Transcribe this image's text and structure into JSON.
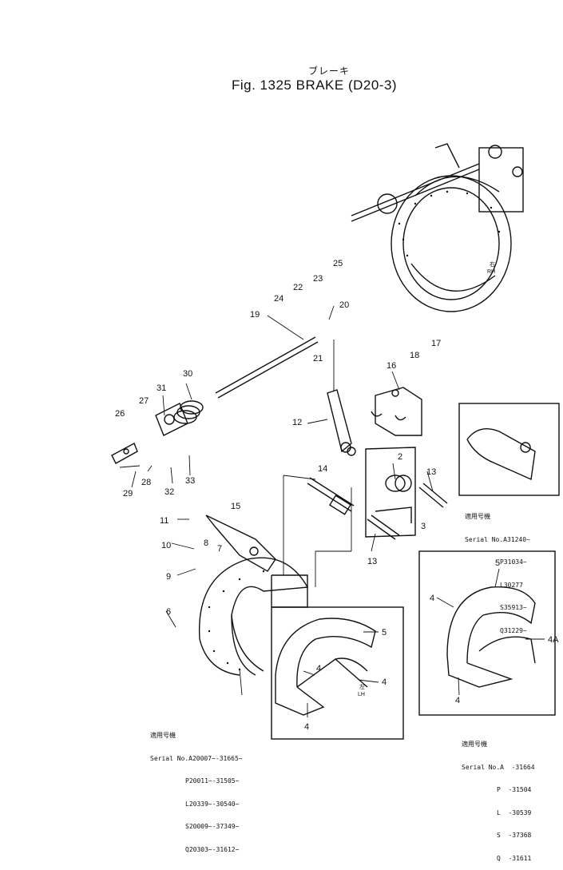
{
  "title_japanese": "ブレーキ",
  "title": "Fig. 1325  BRAKE (D20-3)",
  "callouts": [
    "25",
    "22",
    "23",
    "24",
    "20",
    "19",
    "21",
    "17",
    "18",
    "16",
    "31",
    "30",
    "27",
    "26",
    "12",
    "28",
    "29",
    "32",
    "33",
    "14",
    "2",
    "13",
    "3",
    "15",
    "11",
    "10",
    "8",
    "7",
    "9",
    "13",
    "6",
    "5",
    "4",
    "4",
    "4",
    "5",
    "4",
    "4A",
    "4"
  ],
  "side_labels": {
    "rh_jp": "右",
    "rh": "RH",
    "lh_jp": "左",
    "lh": "LH"
  },
  "serial_boxes": [
    {
      "heading": "適用号機",
      "lines": [
        "Serial No.A31240~",
        "P31034~",
        "L30277",
        "S35913~",
        "Q31229~"
      ]
    },
    {
      "heading": "適用号機",
      "lines": [
        "Serial No.A20007~-31665~",
        "P20011~-31505~",
        "L20339~-30540~",
        "S20009~-37349~",
        "Q20303~-31612~"
      ]
    },
    {
      "heading": "適用号機",
      "lines": [
        "Serial No.A  -31664",
        "P  -31504",
        "L  -30539",
        "S  -37368",
        "Q  -31611"
      ]
    }
  ]
}
